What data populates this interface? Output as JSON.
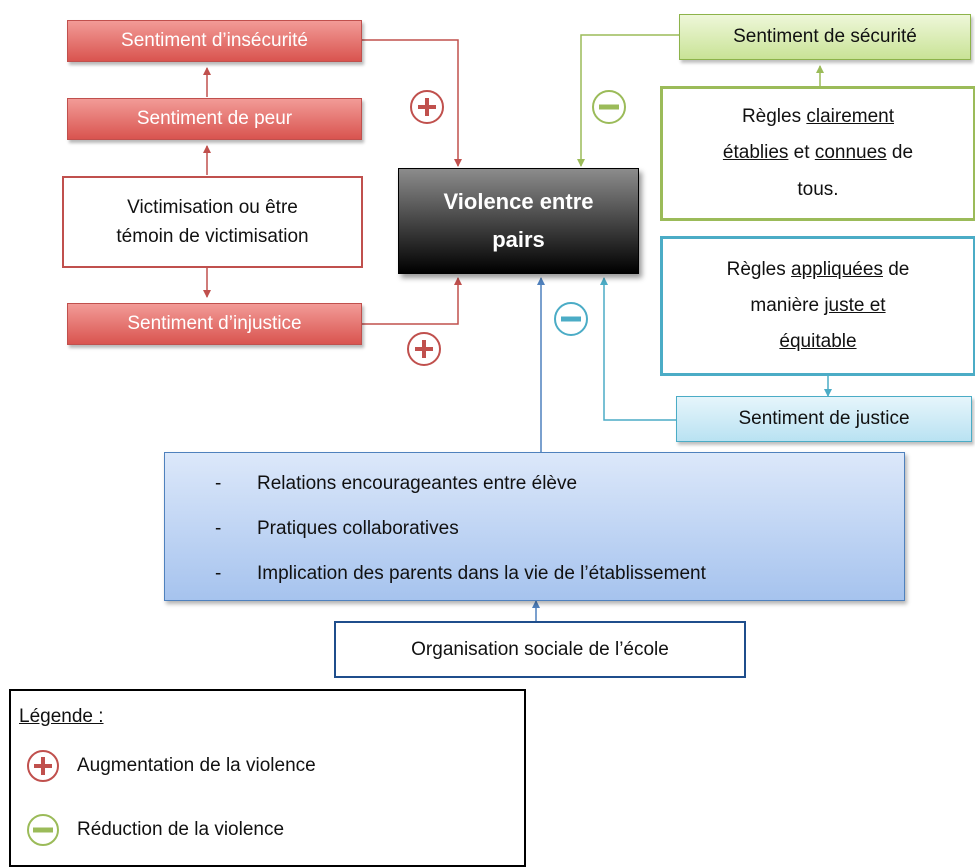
{
  "center": {
    "line1": "Violence entre",
    "line2": "pairs"
  },
  "left": {
    "insecurite": "Sentiment d’insécurité",
    "peur": "Sentiment de peur",
    "victimisation_line1": "Victimisation ou être",
    "victimisation_line2": "témoin de victimisation",
    "injustice": "Sentiment d’injustice"
  },
  "right": {
    "securite": "Sentiment de sécurité",
    "regles_claires": {
      "w1": "Règles ",
      "u1": "clairement",
      "u2": "établies",
      "w2": " et ",
      "u3": "connues",
      "w3": " de",
      "w4": "tous."
    },
    "regles_appliquees": {
      "w1": "Règles ",
      "u1": "appliquées",
      "w2": " de",
      "w3": "manière ",
      "u2": "juste et",
      "u3": "équitable"
    },
    "justice": "Sentiment de justice"
  },
  "bottom": {
    "items": [
      "Relations encourageantes entre élève",
      "Pratiques collaboratives",
      "Implication des parents dans la vie de l’établissement"
    ],
    "organisation": "Organisation sociale de l’école"
  },
  "legend": {
    "title": "Légende :",
    "plus_label": "Augmentation de la violence",
    "minus_label": "Réduction de la violence"
  },
  "colors": {
    "red": "#c0504d",
    "green": "#9bbb59",
    "cyan": "#4bacc6",
    "blue": "#4f81bd"
  }
}
